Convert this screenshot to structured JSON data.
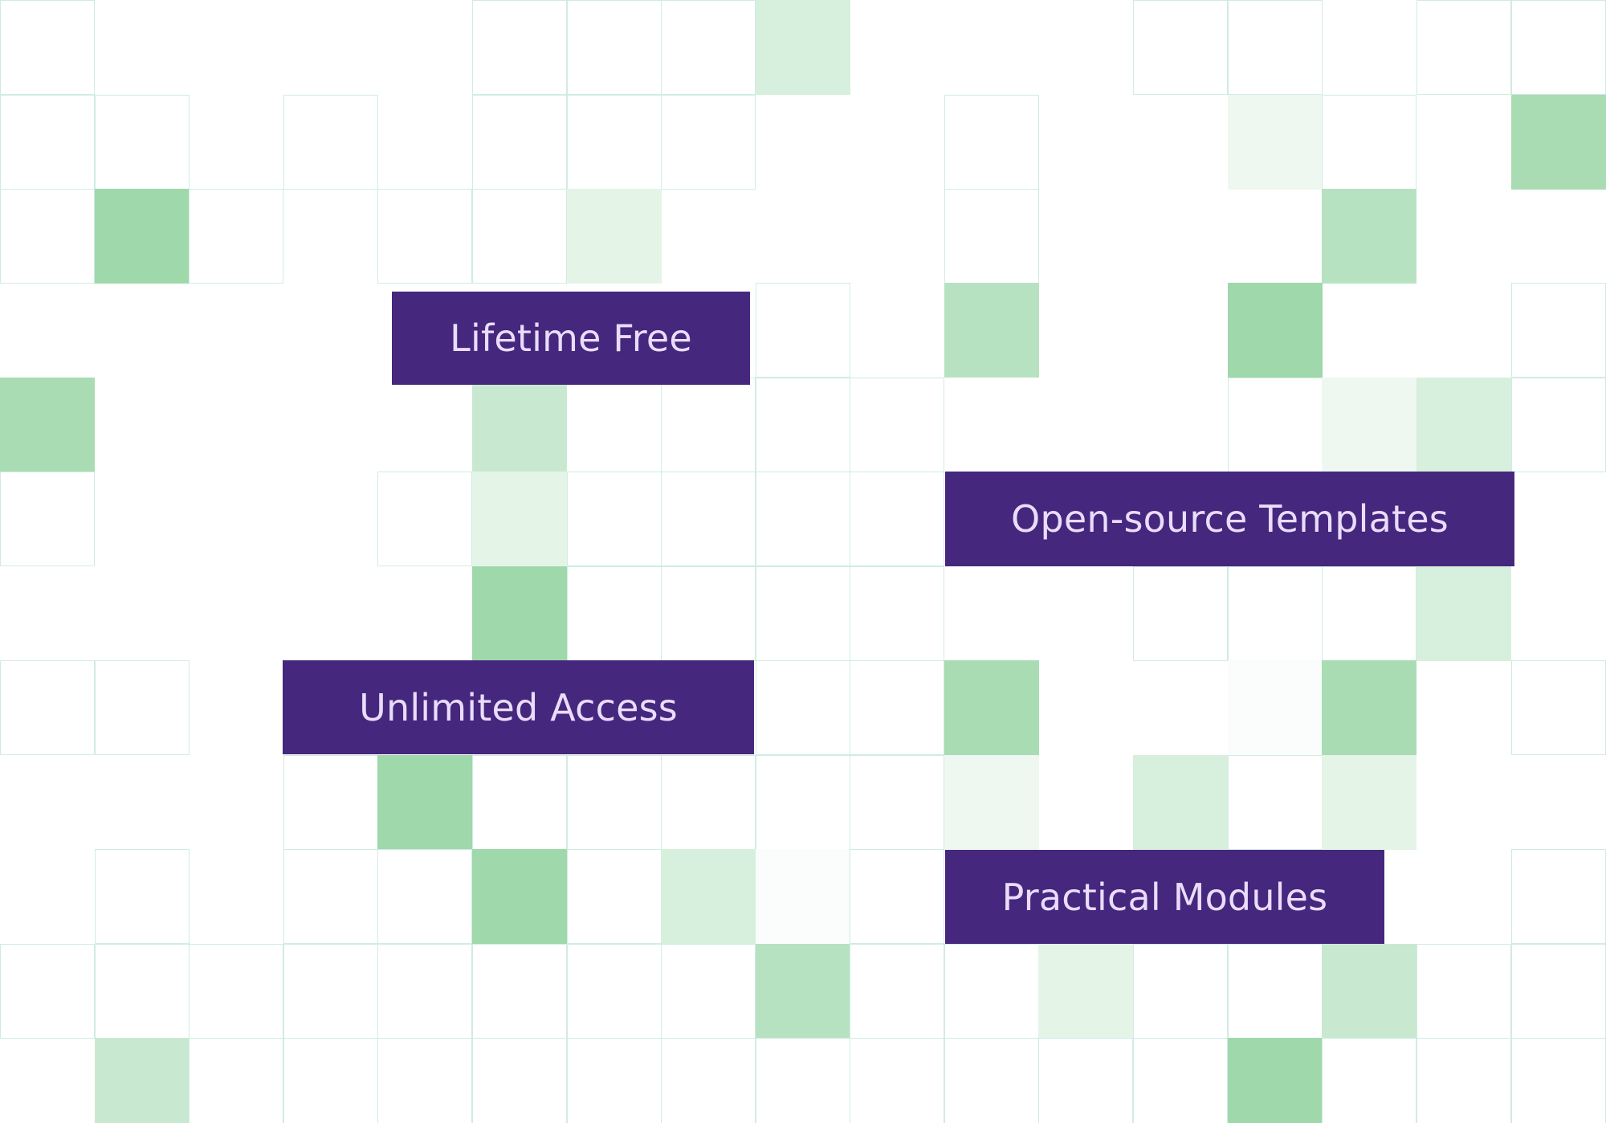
{
  "labels": {
    "lifetime_free": "Lifetime Free",
    "open_source_templates": "Open-source Templates",
    "unlimited_access": "Unlimited Access",
    "practical_modules": "Practical Modules"
  },
  "colors": {
    "label_background": "#45277d",
    "label_text": "#eadcfb",
    "grid_line": "#cfece3",
    "background": "#ffffff",
    "green_shades": [
      "#fafdfb",
      "#eef8f0",
      "#e4f5e8",
      "#d7efdd",
      "#c8e9d0",
      "#b7e2c1",
      "#a9dcb3",
      "#9fd8aa"
    ]
  }
}
